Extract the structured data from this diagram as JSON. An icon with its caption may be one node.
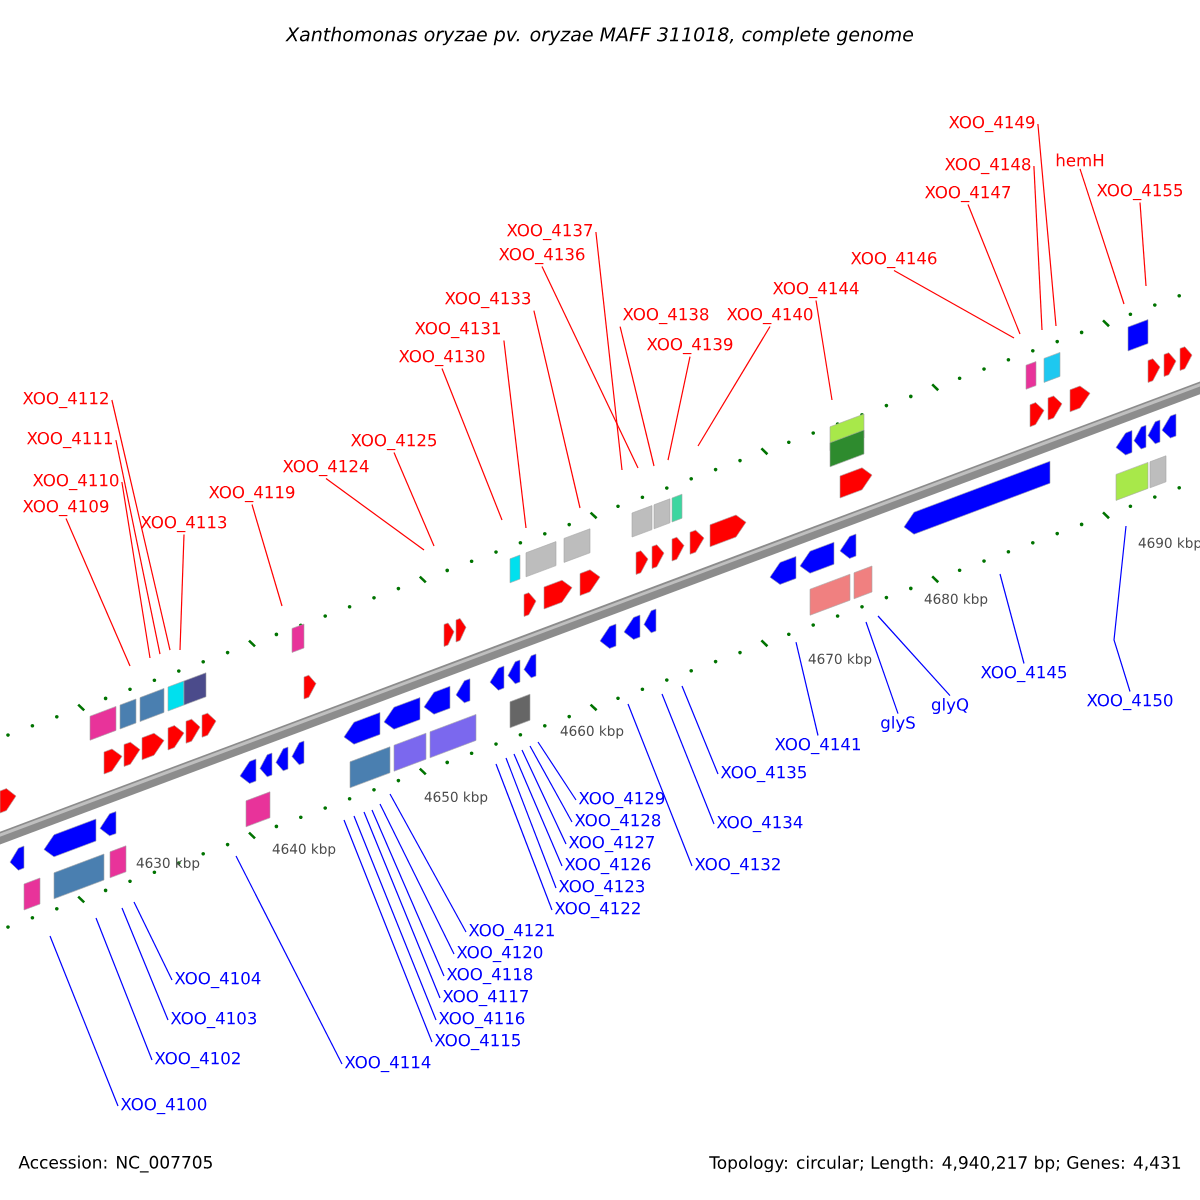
{
  "diagram": {
    "title": "Xanthomonas oryzae pv. oryzae MAFF 311018, complete genome",
    "nodes": [
      {
        "text": [
          "XOO_4112"
        ]
      },
      {
        "text": [
          "XOO_4111"
        ]
      },
      {
        "text": [
          "XOO_4110"
        ]
      },
      {
        "text": [
          "XOO_4109"
        ]
      },
      {
        "text": [
          "XOO_4113"
        ]
      },
      {
        "text": [
          "XOO_4119"
        ]
      },
      {
        "text": [
          "XOO_4124"
        ]
      },
      {
        "text": [
          "XOO_4125"
        ]
      },
      {
        "text": [
          "XOO_4130"
        ]
      },
      {
        "text": [
          "XOO_4131"
        ]
      },
      {
        "text": [
          "XOO_4133"
        ]
      },
      {
        "text": [
          "XOO_4137"
        ]
      },
      {
        "text": [
          "XOO_4136"
        ]
      },
      {
        "text": [
          "XOO_4138"
        ]
      },
      {
        "text": [
          "XOO_4139"
        ]
      },
      {
        "text": [
          "XOO_4140"
        ]
      },
      {
        "text": [
          "XOO_4144"
        ]
      },
      {
        "text": [
          "XOO_4146"
        ]
      },
      {
        "text": [
          "XOO_4147"
        ]
      },
      {
        "text": [
          "XOO_4148"
        ]
      },
      {
        "text": [
          "XOO_4149"
        ]
      },
      {
        "text": [
          "hemH"
        ]
      },
      {
        "text": [
          "XOO_4155"
        ]
      },
      {
        "text": [
          "XOO_4100"
        ]
      },
      {
        "text": [
          "XOO_4102"
        ]
      },
      {
        "text": [
          "XOO_4103"
        ]
      },
      {
        "text": [
          "XOO_4104"
        ]
      },
      {
        "text": [
          "XOO_4114"
        ]
      },
      {
        "text": [
          "XOO_4115"
        ]
      },
      {
        "text": [
          "XOO_4116"
        ]
      },
      {
        "text": [
          "XOO_4117"
        ]
      },
      {
        "text": [
          "XOO_4118"
        ]
      },
      {
        "text": [
          "XOO_4120"
        ]
      },
      {
        "text": [
          "XOO_4121"
        ]
      },
      {
        "text": [
          "XOO_4122"
        ]
      },
      {
        "text": [
          "XOO_4123"
        ]
      },
      {
        "text": [
          "XOO_4126"
        ]
      },
      {
        "text": [
          "XOO_4127"
        ]
      },
      {
        "text": [
          "XOO_4128"
        ]
      },
      {
        "text": [
          "XOO_4129"
        ]
      },
      {
        "text": [
          "XOO_4132"
        ]
      },
      {
        "text": [
          "XOO_4134"
        ]
      },
      {
        "text": [
          "XOO_4135"
        ]
      },
      {
        "text": [
          "XOO_4141"
        ]
      },
      {
        "text": [
          "glyS"
        ]
      },
      {
        "text": [
          "glyQ"
        ]
      },
      {
        "text": [
          "XOO_4145"
        ]
      },
      {
        "text": [
          "XOO_4150"
        ]
      }
    ],
    "edges": [
      {
        "from": 0,
        "to": null,
        "arrow": "none",
        "color": "#ff0000"
      },
      {
        "from": 1,
        "to": null,
        "arrow": "none",
        "color": "#ff0000"
      },
      {
        "from": 2,
        "to": null,
        "arrow": "none",
        "color": "#ff0000"
      },
      {
        "from": 3,
        "to": null,
        "arrow": "none",
        "color": "#ff0000"
      },
      {
        "from": 4,
        "to": null,
        "arrow": "none",
        "color": "#ff0000"
      },
      {
        "from": 5,
        "to": null,
        "arrow": "none",
        "color": "#ff0000"
      },
      {
        "from": 6,
        "to": null,
        "arrow": "none",
        "color": "#ff0000"
      },
      {
        "from": 7,
        "to": null,
        "arrow": "none",
        "color": "#ff0000"
      },
      {
        "from": 8,
        "to": null,
        "arrow": "none",
        "color": "#ff0000"
      },
      {
        "from": 9,
        "to": null,
        "arrow": "none",
        "color": "#ff0000"
      },
      {
        "from": 10,
        "to": null,
        "arrow": "none",
        "color": "#ff0000"
      },
      {
        "from": 11,
        "to": null,
        "arrow": "none",
        "color": "#ff0000"
      },
      {
        "from": 12,
        "to": null,
        "arrow": "none",
        "color": "#ff0000"
      },
      {
        "from": 13,
        "to": null,
        "arrow": "none",
        "color": "#ff0000"
      },
      {
        "from": 14,
        "to": null,
        "arrow": "none",
        "color": "#ff0000"
      },
      {
        "from": 15,
        "to": null,
        "arrow": "none",
        "color": "#ff0000"
      },
      {
        "from": 16,
        "to": null,
        "arrow": "none",
        "color": "#ff0000"
      },
      {
        "from": 17,
        "to": null,
        "arrow": "none",
        "color": "#ff0000"
      },
      {
        "from": 18,
        "to": null,
        "arrow": "none",
        "color": "#ff0000"
      },
      {
        "from": 19,
        "to": null,
        "arrow": "none",
        "color": "#ff0000"
      },
      {
        "from": 20,
        "to": null,
        "arrow": "none",
        "color": "#ff0000"
      },
      {
        "from": 21,
        "to": null,
        "arrow": "none",
        "color": "#ff0000"
      },
      {
        "from": 22,
        "to": null,
        "arrow": "none",
        "color": "#ff0000"
      },
      {
        "from": 23,
        "to": null,
        "arrow": "none"
      },
      {
        "from": 24,
        "to": null,
        "arrow": "none"
      },
      {
        "from": 25,
        "to": null,
        "arrow": "none"
      },
      {
        "from": 26,
        "to": null,
        "arrow": "none"
      },
      {
        "from": 27,
        "to": null,
        "arrow": "none"
      },
      {
        "from": 28,
        "to": null,
        "arrow": "none"
      },
      {
        "from": 29,
        "to": null,
        "arrow": "none"
      },
      {
        "from": 30,
        "to": null,
        "arrow": "none"
      },
      {
        "from": 31,
        "to": null,
        "arrow": "none"
      },
      {
        "from": 32,
        "to": null,
        "arrow": "none"
      },
      {
        "from": 33,
        "to": null,
        "arrow": "none"
      },
      {
        "from": 34,
        "to": null,
        "arrow": "none"
      },
      {
        "from": 35,
        "to": null,
        "arrow": "none"
      },
      {
        "from": 36,
        "to": null,
        "arrow": "none"
      },
      {
        "from": 37,
        "to": null,
        "arrow": "none"
      },
      {
        "from": 38,
        "to": null,
        "arrow": "none"
      },
      {
        "from": 39,
        "to": null,
        "arrow": "none"
      },
      {
        "from": 40,
        "to": null,
        "arrow": "none"
      },
      {
        "from": 41,
        "to": null,
        "arrow": "none"
      },
      {
        "from": 42,
        "to": null,
        "arrow": "none"
      },
      {
        "from": 43,
        "to": null,
        "arrow": "none"
      },
      {
        "from": 44,
        "to": null,
        "arrow": "none"
      },
      {
        "from": 45,
        "to": null,
        "arrow": "none"
      },
      {
        "from": 46,
        "to": null,
        "arrow": "none"
      },
      {
        "from": 47,
        "to": null,
        "arrow": "none"
      }
    ],
    "labels": [
      "4630 kbp",
      "4640 kbp",
      "4650 kbp",
      "4660 kbp",
      "4670 kbp",
      "4680 kbp",
      "4690 kbp",
      "Accession: NC_007705",
      "Topology: circular; Length: 4,940,217 bp; Genes: 4,431"
    ]
  }
}
